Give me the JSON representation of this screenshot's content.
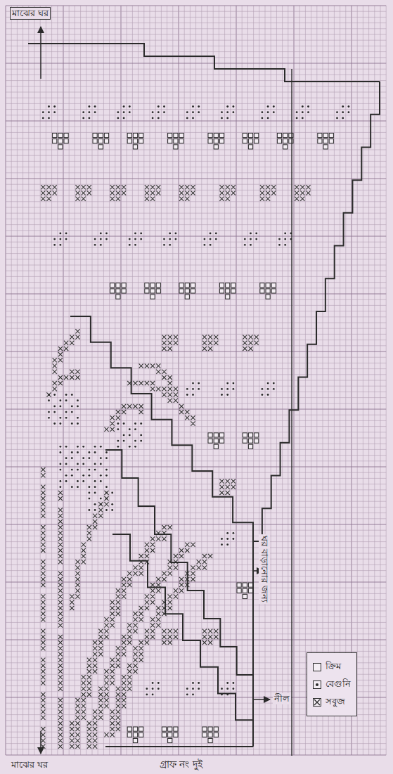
{
  "diagram": {
    "caption": "গ্রাফ নং দুই",
    "labels": [
      "মাঝের ঘর",
      "ঘর বাড়ানোর জন্য",
      "নীল",
      "মাঝের ঘর"
    ],
    "legend": [
      {
        "text": "ক্রিম"
      },
      {
        "text": "বেগুনি"
      },
      {
        "text": "সবুজ"
      }
    ]
  }
}
